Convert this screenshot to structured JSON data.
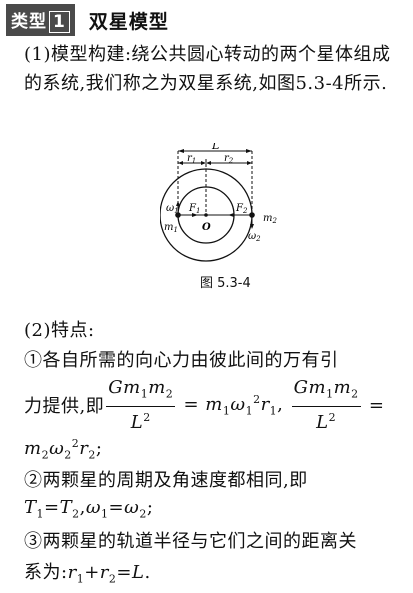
{
  "header": {
    "badge_label": "类型",
    "badge_number": "1",
    "title": "双星模型"
  },
  "section1": {
    "text": "(1)模型构建:绕公共圆心转动的两个星体组成的系统,我们称之为双星系统,如图5.3-4所示."
  },
  "figure": {
    "caption": "图 5.3-4",
    "labels": {
      "L": "L",
      "r1": "r",
      "r1_sub": "1",
      "r2": "r",
      "r2_sub": "2",
      "omega1": "ω",
      "omega1_sub": "1",
      "m1": "m",
      "m1_sub": "1",
      "F1": "F",
      "F1_sub": "1",
      "O": "O",
      "F2": "F",
      "F2_sub": "2",
      "m2": "m",
      "m2_sub": "2",
      "omega2": "ω",
      "omega2_sub": "2"
    }
  },
  "section2": {
    "heading": "(2)特点:",
    "item1_text": "①各自所需的向心力由彼此间的万有引",
    "item1_line2_prefix": "力提供,即",
    "item2_text": "②两颗星的周期及角速度都相同,即",
    "item3_text": "③两颗星的轨道半径与它们之间的距离关",
    "item3_line2_prefix": "系为:"
  }
}
